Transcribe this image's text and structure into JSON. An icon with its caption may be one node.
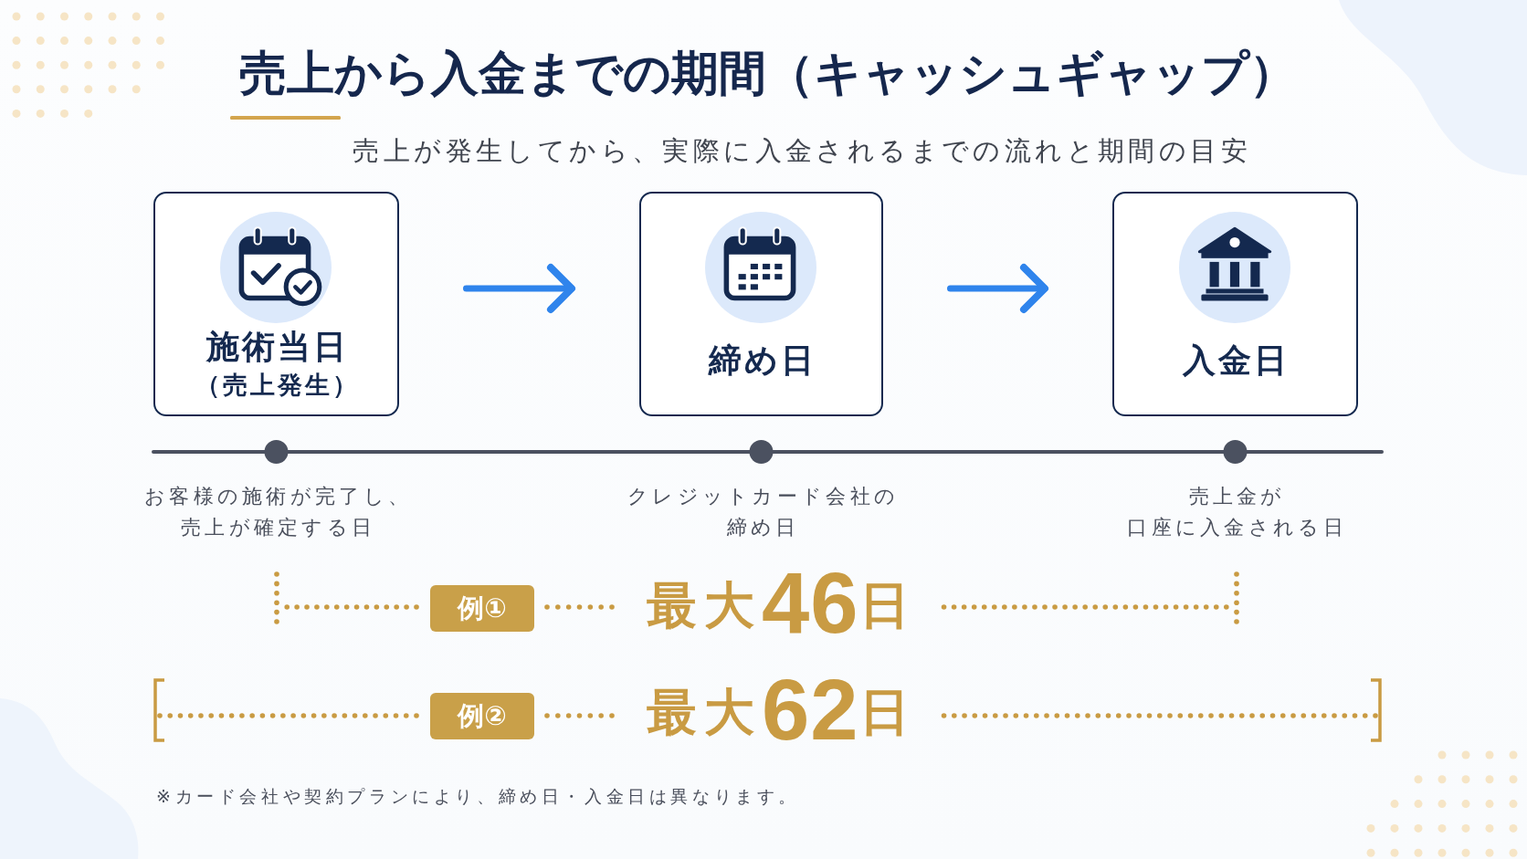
{
  "diagram": {
    "title": "売上から入金までの期間（キャッシュギャップ）",
    "nodes": [
      {
        "text": [
          "施術当日",
          "（売上発生）"
        ],
        "beside": [
          "お客様の施術が完了し、売上が確定する日"
        ]
      },
      {
        "text": [
          "締め日"
        ],
        "beside": [
          "クレジットカード会社の締め日"
        ]
      },
      {
        "text": [
          "入金日"
        ],
        "beside": [
          "売上金が口座に入金される日"
        ]
      },
      {
        "text": [
          "例①"
        ],
        "beside": [
          "最大46日"
        ]
      },
      {
        "text": [
          "例②"
        ],
        "beside": [
          "最大62日"
        ]
      }
    ],
    "edges": [
      {
        "from": 0,
        "to": 1,
        "arrow": "to"
      },
      {
        "from": 1,
        "to": 2,
        "arrow": "to"
      }
    ],
    "labels": [
      "売上が発生してから、実際に入金されるまでの流れと期間の目安",
      "※カード会社や契約プランにより、締め日・入金日は異なります。"
    ]
  }
}
